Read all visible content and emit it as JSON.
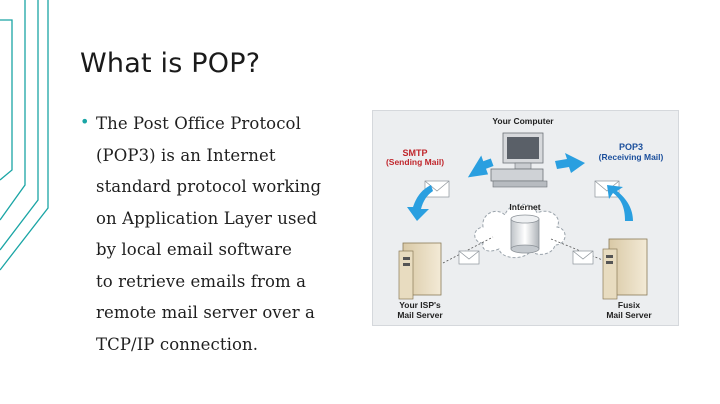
{
  "slide": {
    "title": "What is POP?",
    "bullet": "The Post Office Protocol\n(POP3) is an Internet\nstandard protocol working\non Application Layer used\nby local email software\nto retrieve emails from a\nremote mail server over a\nTCP/IP connection."
  },
  "diagram": {
    "your_computer": "Your Computer",
    "smtp_title": "SMTP",
    "smtp_sub": "(Sending Mail)",
    "pop3_title": "POP3",
    "pop3_sub": "(Receiving Mail)",
    "internet": "Internet",
    "isp_server": "Your ISP's\nMail Server",
    "fusix_server": "Fusix\nMail Server"
  },
  "colors": {
    "accent": "#1aa5a5",
    "arrow_blue": "#2a9fe0",
    "smtp_red": "#c0262c",
    "pop3_blue": "#1b4f9c"
  }
}
